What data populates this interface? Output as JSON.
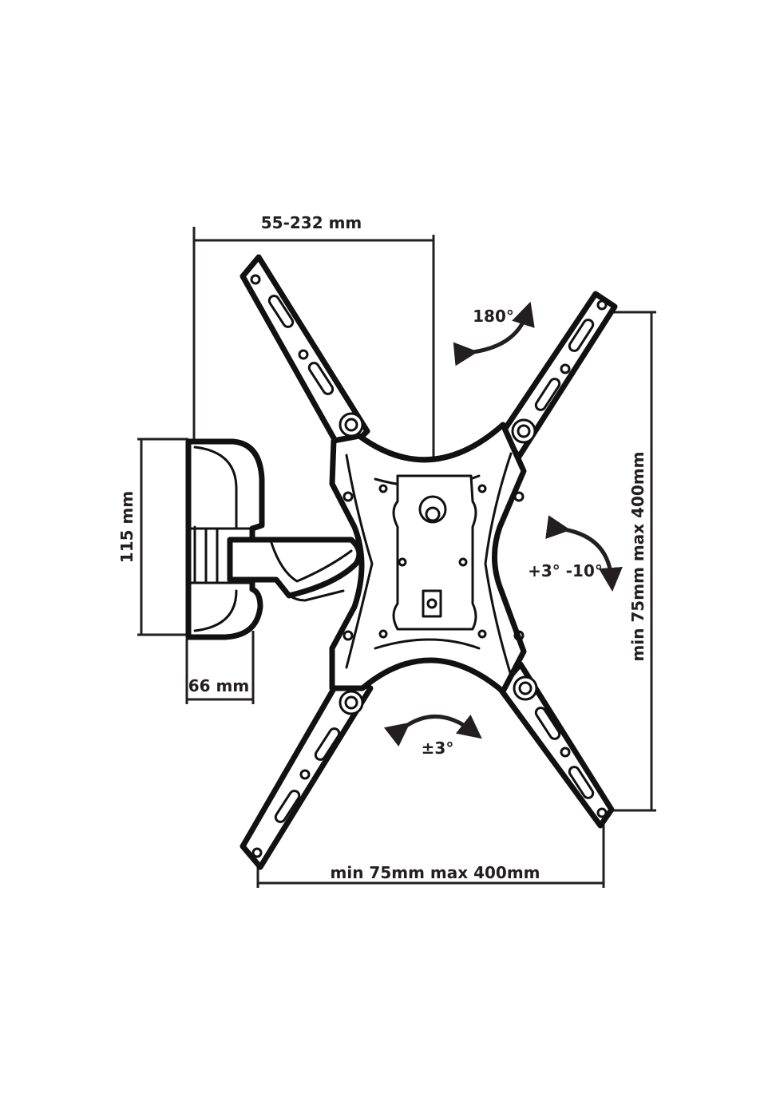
{
  "dimensions": {
    "arm_extension": "55-232 mm",
    "wall_plate_height": "115 mm",
    "wall_plate_depth": "66 mm",
    "vesa_vertical": "min 75mm max 400mm",
    "vesa_horizontal": "min 75mm max 400mm"
  },
  "motion": {
    "swivel": "180°",
    "tilt": "+3° -10°",
    "rotation": "±3°"
  },
  "colors": {
    "line": "#231f20",
    "background": "#ffffff"
  }
}
